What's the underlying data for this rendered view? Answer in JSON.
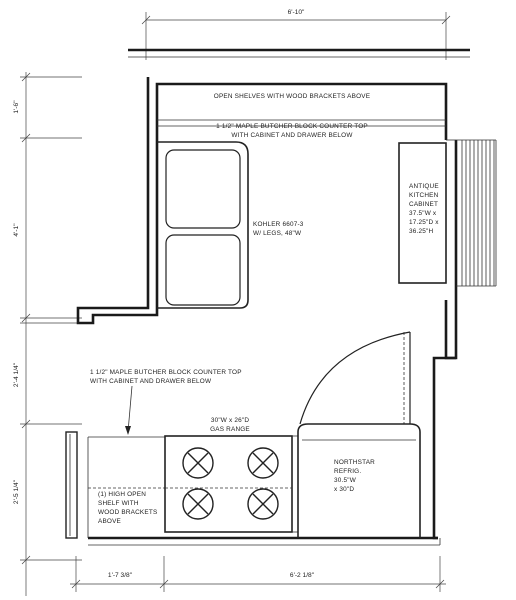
{
  "dimensions": {
    "top_width": "6'-10\"",
    "left_1": "1'-6\"",
    "left_2": "4'-1\"",
    "left_3": "2'-4 1/4\"",
    "left_4": "2'-5 1/4\"",
    "bottom_left": "1'-7 3/8\"",
    "bottom_right": "6'-2 1/8\""
  },
  "labels": {
    "open_shelves": "OPEN SHELVES WITH WOOD BRACKETS ABOVE",
    "counter_top_1": "1 1/2\" MAPLE BUTCHER BLOCK COUNTER TOP",
    "counter_top_2": "WITH CABINET AND DRAWER BELOW",
    "sink_1": "KOHLER 6607-3",
    "sink_2": "W/ LEGS, 48\"W",
    "cabinet_1": "ANTIQUE",
    "cabinet_2": "KITCHEN",
    "cabinet_3": "CABINET",
    "cabinet_4": "37.5\"W x",
    "cabinet_5": "17.25\"D x",
    "cabinet_6": "36.25\"H",
    "counter_b1": "1 1/2\" MAPLE BUTCHER BLOCK COUNTER TOP",
    "counter_b2": "WITH CABINET AND DRAWER BELOW",
    "range_1": "30\"W x 26\"D",
    "range_2": "GAS RANGE",
    "fridge_1": "NORTHSTAR",
    "fridge_2": "REFRIG.",
    "fridge_3": "30.5\"W",
    "fridge_4": "x 30\"D",
    "shelf_1": "(1) HIGH OPEN",
    "shelf_2": "SHELF WITH",
    "shelf_3": "WOOD BRACKETS",
    "shelf_4": "ABOVE"
  }
}
